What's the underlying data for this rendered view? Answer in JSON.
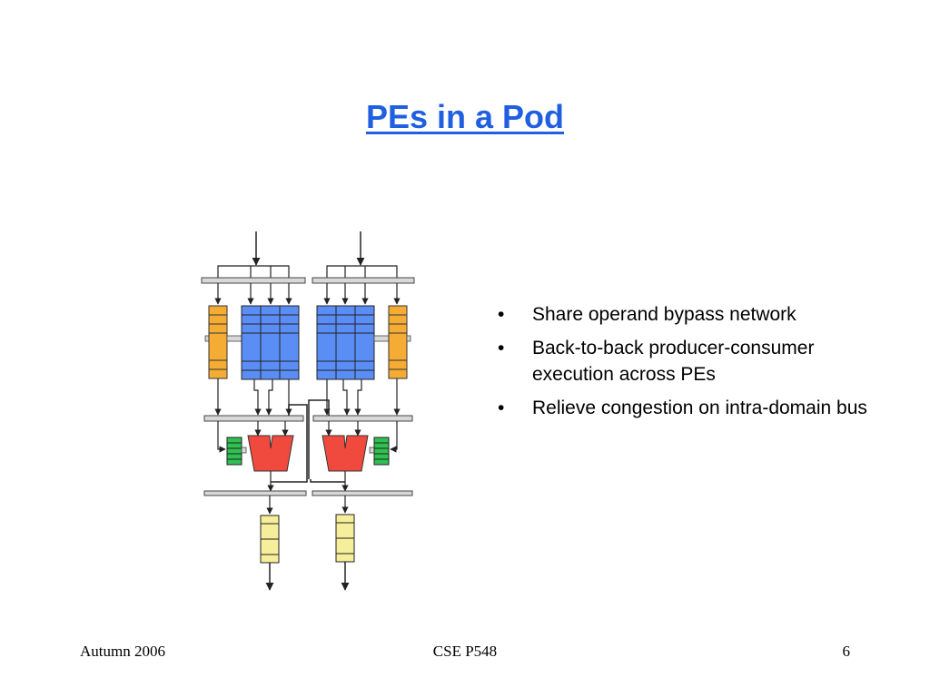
{
  "slide": {
    "title": "PEs in a Pod",
    "bullets": [
      "Share operand bypass network",
      "Back-to-back producer-consumer execution across PEs",
      "Relieve congestion on intra-domain bus"
    ],
    "bullet_marker": "•"
  },
  "footer": {
    "left": "Autumn 2006",
    "center": "CSE P548",
    "right": "6"
  },
  "colors": {
    "title": "#1f5fe0",
    "register_file": "#5b8ef5",
    "reservation_station": "#f5ac35",
    "alu": "#f04a3e",
    "bypass_buffer": "#2ec050",
    "output_buffer": "#f6ee9a",
    "bus": "#d8d8d8"
  }
}
